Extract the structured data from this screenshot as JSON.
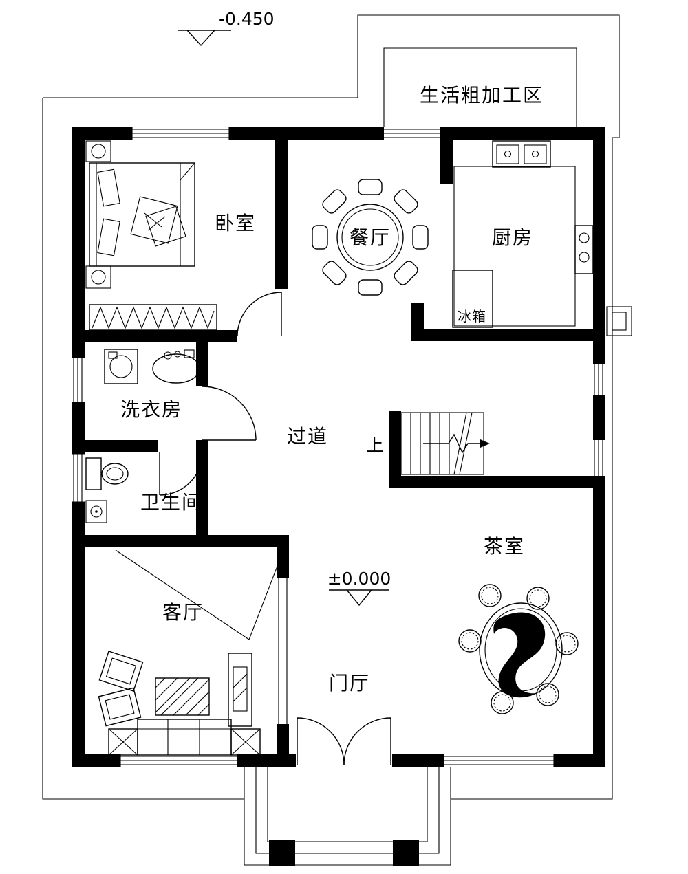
{
  "plan": {
    "labels": {
      "processing": "生活粗加工区",
      "bedroom": "卧室",
      "dining": "餐厅",
      "kitchen": "厨房",
      "fridge": "冰箱",
      "laundry": "洗衣房",
      "corridor": "过道",
      "bathroom": "卫生间",
      "living": "客厅",
      "tea": "茶室",
      "foyer": "门厅",
      "stair_up": "上"
    },
    "elevations": {
      "entry_outside": "-0.450",
      "ground_floor": "±0.000"
    },
    "colors": {
      "wall": "#000000",
      "line": "#000000",
      "background": "#ffffff"
    }
  }
}
